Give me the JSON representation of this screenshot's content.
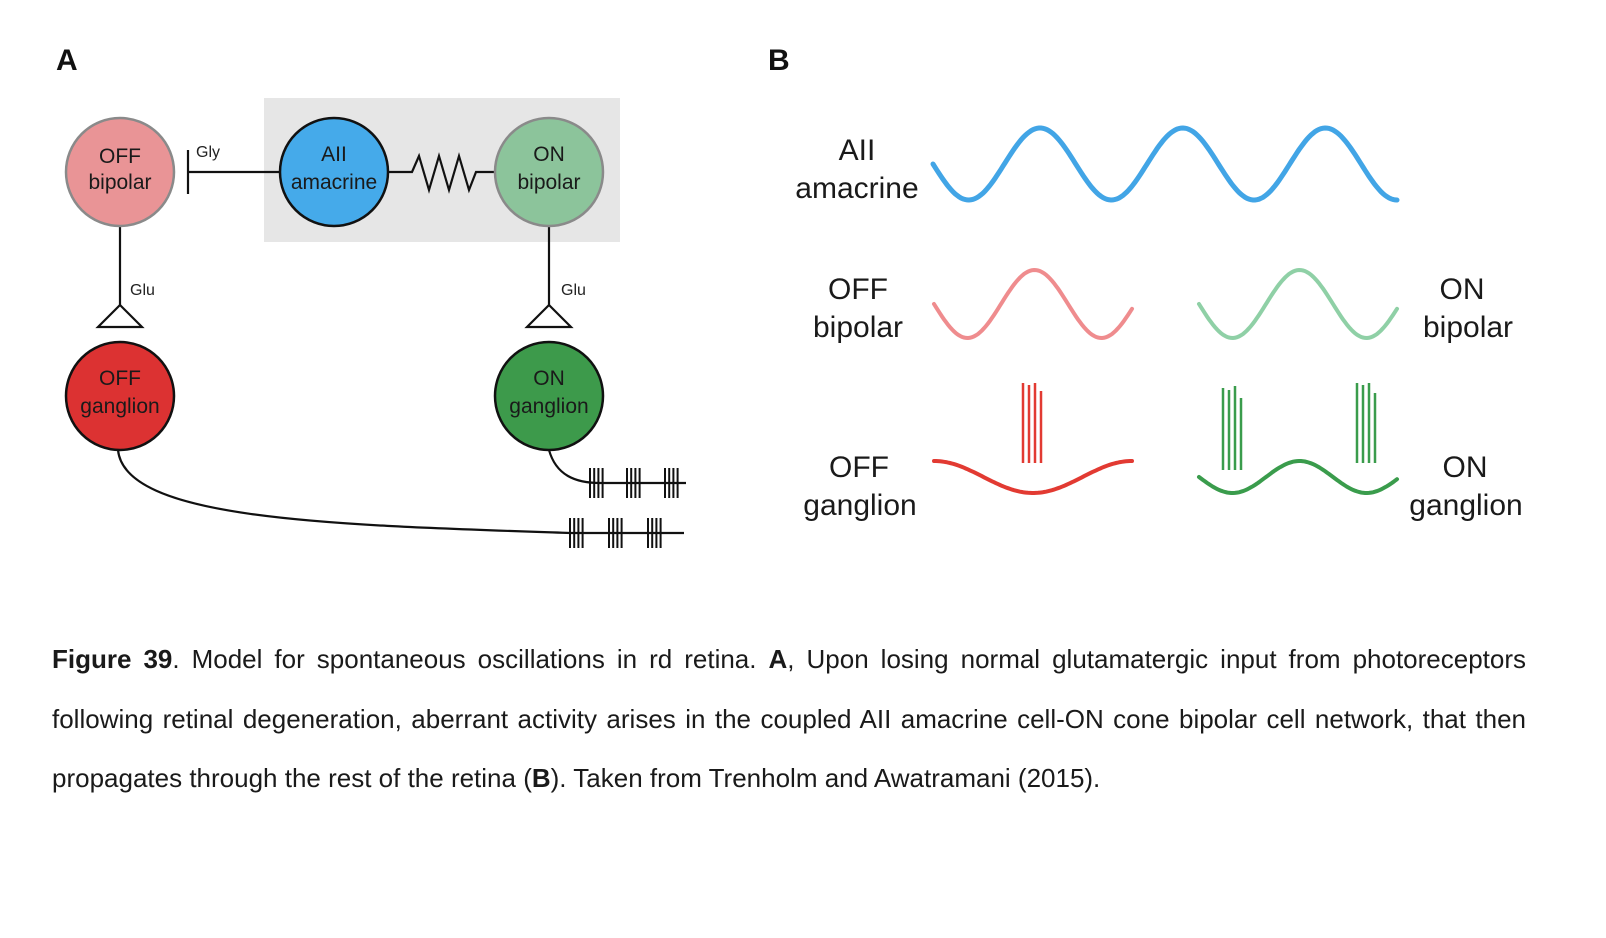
{
  "panel_a": {
    "letter": "A",
    "cells": {
      "off_bipolar": {
        "line1": "OFF",
        "line2": "bipolar",
        "color": "#e99496"
      },
      "aii_amacrine": {
        "line1": "AII",
        "line2": "amacrine",
        "color": "#45aaea"
      },
      "on_bipolar": {
        "line1": "ON",
        "line2": "bipolar",
        "color": "#8cc49b"
      },
      "off_ganglion": {
        "line1": "OFF",
        "line2": "ganglion",
        "color": "#dc3232"
      },
      "on_ganglion": {
        "line1": "ON",
        "line2": "ganglion",
        "color": "#3d9a4b"
      }
    },
    "synapses": {
      "gly": "Gly",
      "glu_left": "Glu",
      "glu_right": "Glu"
    }
  },
  "panel_b": {
    "letter": "B",
    "labels": {
      "aii_line1": "AII",
      "aii_line2": "amacrine",
      "off_bip_line1": "OFF",
      "off_bip_line2": "bipolar",
      "on_bip_line1": "ON",
      "on_bip_line2": "bipolar",
      "off_gang_line1": "OFF",
      "off_gang_line2": "ganglion",
      "on_gang_line1": "ON",
      "on_gang_line2": "ganglion"
    },
    "colors": {
      "aii": "#42a5e6",
      "off_bipolar": "#ef8c8e",
      "on_bipolar": "#8fd0a6",
      "off_ganglion": "#e23a32",
      "on_ganglion": "#3a9c4c"
    }
  },
  "caption": {
    "fig_label": "Figure 39",
    "t1": ". Model for spontaneous oscillations in rd retina. ",
    "a_label": "A",
    "t2": ", Upon losing normal glutamatergic input from photoreceptors following retinal degeneration, aberrant activity arises in the coupled AII amacrine cell-ON cone bipolar cell network, that then propagates through the rest of the retina (",
    "b_label": "B",
    "t3": "). Taken from Trenholm and Awatramani (2015)."
  }
}
